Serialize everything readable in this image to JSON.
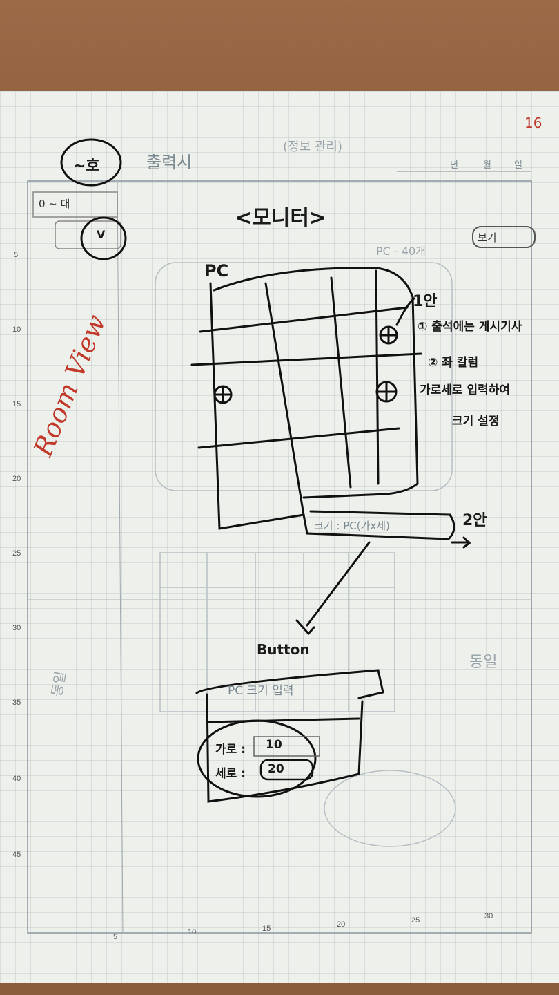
{
  "page": {
    "number": "16",
    "date_labels": [
      "년",
      "월",
      "일"
    ]
  },
  "header_notes": {
    "circled": "~호",
    "note": "출력시",
    "faint_heading": "(정보 관리)"
  },
  "left_widgets": {
    "dropdown_text": "0 ~ 대",
    "dropdown_value": "V"
  },
  "vertical_note": "Room View",
  "title": "<모니터>",
  "right_badge": "보기",
  "pc_count_label": "PC - 40개",
  "pc_label": "PC",
  "option1": {
    "label": "1안",
    "lines": [
      "① 출석에는 게시기사",
      "② 좌 칼럼",
      "가로세로 입력하여",
      "크기 설정"
    ]
  },
  "option2": {
    "label": "2안",
    "box_text": "크기 : PC(가x세)"
  },
  "button_label": "Button",
  "dialog": {
    "title": "PC 크기 입력",
    "fields": [
      {
        "label": "가로 :",
        "value": "10"
      },
      {
        "label": "세로 :",
        "value": "20"
      }
    ]
  },
  "faint_words": [
    "동일",
    "동일"
  ],
  "row_numbers": [
    "5",
    "10",
    "15",
    "20",
    "25",
    "30",
    "35",
    "40",
    "45"
  ],
  "col_numbers": [
    "5",
    "10",
    "15",
    "20",
    "25",
    "30"
  ]
}
